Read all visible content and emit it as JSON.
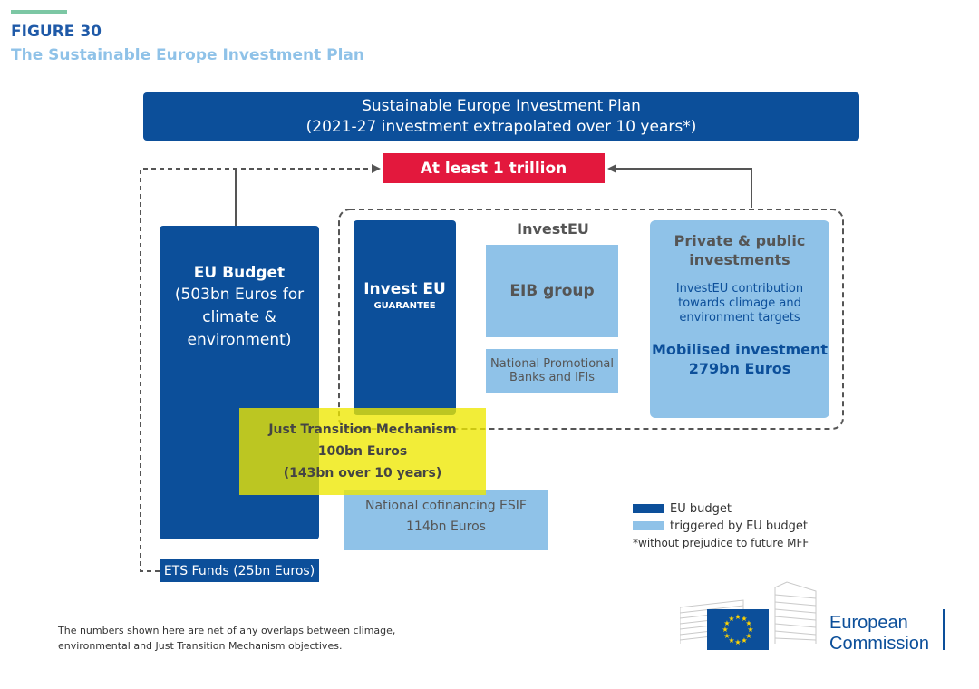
{
  "figure": {
    "label": "FIGURE 30",
    "title": "The Sustainable Europe Investment Plan"
  },
  "plan": {
    "line1": "Sustainable Europe Investment Plan",
    "line2": "(2021-27 investment extrapolated over 10 years*)"
  },
  "total": {
    "label": "At least 1 trillion"
  },
  "eu_budget": {
    "title": "EU Budget",
    "detail": "(503bn Euros for climate & environment)"
  },
  "ets": {
    "label": "ETS Funds (25bn Euros)"
  },
  "investeu_guarantee": {
    "title": "Invest EU",
    "subtitle": "GUARANTEE"
  },
  "investeu_group": {
    "heading": "InvestEU",
    "eib": "EIB group",
    "npb": "National Promotional Banks and IFIs"
  },
  "private": {
    "title": "Private & public investments",
    "description": "InvestEU contribution towards climage and environment targets",
    "mobilised": "Mobilised investment 279bn Euros"
  },
  "jtm": {
    "line1": "Just Transition Mechanism",
    "line2": "100bn Euros",
    "line3": "(143bn over 10 years)"
  },
  "esif": {
    "line1": "National cofinancing ESIF",
    "line2": "114bn Euros"
  },
  "legend": {
    "dark_label": "EU budget",
    "dark_color": "#0c4f9a",
    "light_label": "triggered by EU budget",
    "light_color": "#8fc2e8",
    "note": "*without prejudice to future MFF"
  },
  "footnote": "The numbers shown here are net of any overlaps between climage, environmental and Just Transition Mechanism objectives.",
  "logo": {
    "line1": "European",
    "line2": "Commission"
  },
  "colors": {
    "dark_blue": "#0c4f9a",
    "light_blue": "#8fc2e8",
    "red": "#e3183d",
    "yellow": "#eee800",
    "accent": "#7cc7a4"
  }
}
